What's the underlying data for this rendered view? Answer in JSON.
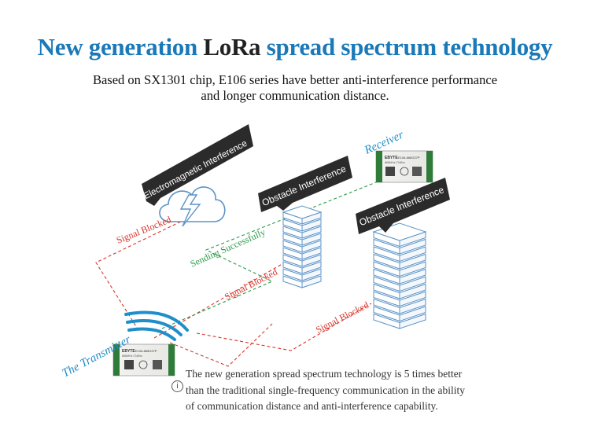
{
  "title": {
    "part1": "New generation ",
    "part2": "LoRa",
    "part3": " spread spectrum technology"
  },
  "subtitle": {
    "line1": "Based on SX1301 chip, E106 series have better anti-interference performance",
    "line2": "and longer communication distance."
  },
  "labels": {
    "electromagnetic": "Electromagnetic Interference",
    "obstacle1": "Obstacle Interference",
    "obstacle2": "Obstacle Interference",
    "receiver": "Receiver",
    "transmitter": "The Transmitter",
    "signal_blocked_1": "Signal Blocked",
    "signal_blocked_2": "Signal Blocked",
    "signal_blocked_3": "Signal Blocked",
    "sending": "Sending Successfully"
  },
  "module": {
    "brand": "EBYTE",
    "model": "E106-868G27P",
    "spec": "868MHz 27dBm"
  },
  "note": {
    "icon": "info-icon",
    "lines": [
      "The new generation spread spectrum technology is 5 times better",
      "than the traditional single-frequency communication in the ability",
      "of communication distance and anti-interference capability."
    ]
  },
  "colors": {
    "title_blue": "#1a79b8",
    "blocked_red": "#d9342b",
    "success_green": "#2a9a4a",
    "label_blue": "#1f8fc9",
    "tag_dark": "#2b2b2b"
  }
}
